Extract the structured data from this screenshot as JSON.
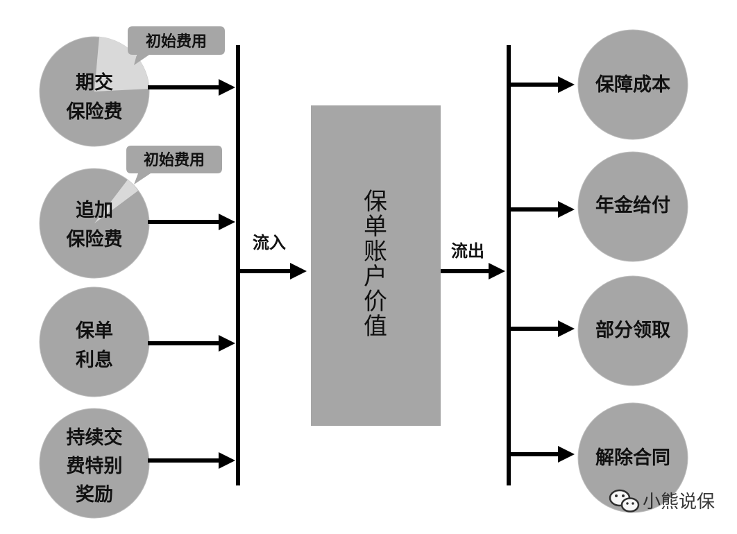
{
  "inflows": [
    {
      "lines": [
        "期交",
        "保险费"
      ],
      "callout": "初始费用"
    },
    {
      "lines": [
        "追加",
        "保险费"
      ],
      "callout": "初始费用"
    },
    {
      "lines": [
        "保单",
        "利息"
      ]
    },
    {
      "lines": [
        "持续交",
        "费特别",
        "奖励"
      ]
    }
  ],
  "inflow_label": "流入",
  "center": {
    "chars": [
      "保",
      "单",
      "账",
      "户",
      "价",
      "值"
    ]
  },
  "outflow_label": "流出",
  "outflows": [
    {
      "label": "保障成本"
    },
    {
      "label": "年金给付"
    },
    {
      "label": "部分领取"
    },
    {
      "label": "解除合同"
    }
  ],
  "watermark": "小熊说保",
  "colors": {
    "node": "#a6a6a6",
    "slice": "#d9d9d9",
    "line": "#000000"
  }
}
